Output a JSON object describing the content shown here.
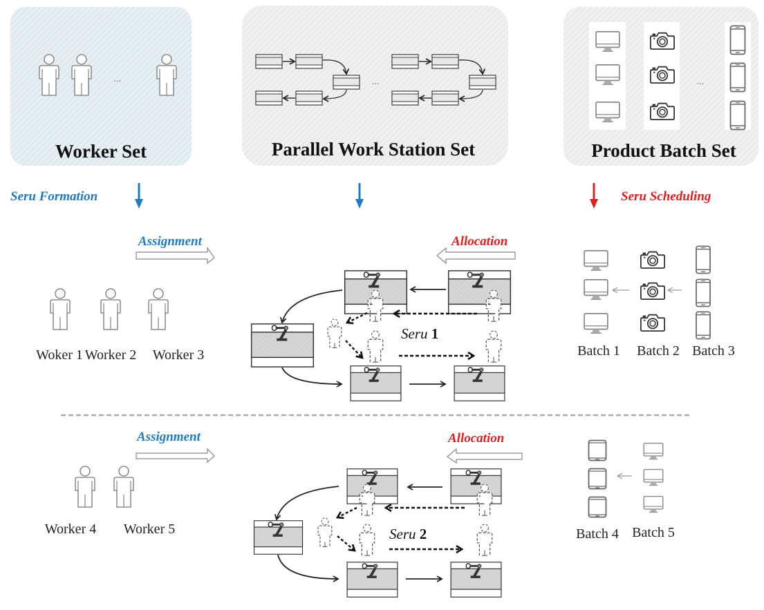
{
  "colors": {
    "formation_blue": "#1f7bc2",
    "scheduling_red": "#e02020",
    "panel_worker_bg": "#e6eff4",
    "panel_station_bg": "#eeeeee",
    "panel_product_bg": "#efefef",
    "station_gray": "#d6d6d6",
    "divider_gray": "#aaaaaa"
  },
  "top_panels": {
    "worker_set": {
      "title": "Worker Set",
      "ellipsis": "...",
      "icon": "worker-icon"
    },
    "station_set": {
      "title": "Parallel Work Station Set",
      "ellipsis": "...",
      "icon": "station-icon"
    },
    "product_set": {
      "title": "Product Batch Set",
      "ellipsis": "...",
      "icons": [
        "monitor-icon",
        "camera-icon",
        "phone-icon"
      ]
    }
  },
  "flow_labels": {
    "seru_formation": "Seru Formation",
    "seru_scheduling": "Seru Scheduling"
  },
  "serus": [
    {
      "name_prefix": "Seru",
      "number": "1",
      "assignment_label": "Assignment",
      "allocation_label": "Allocation",
      "workers": [
        "Woker 1",
        "Worker 2",
        "Worker 3"
      ],
      "batches": [
        {
          "label": "Batch 1",
          "product": "monitor-icon"
        },
        {
          "label": "Batch 2",
          "product": "camera-icon"
        },
        {
          "label": "Batch 3",
          "product": "phone-icon"
        }
      ]
    },
    {
      "name_prefix": "Seru",
      "number": "2",
      "assignment_label": "Assignment",
      "allocation_label": "Allocation",
      "workers": [
        "Worker 4",
        "Worker 5"
      ],
      "batches": [
        {
          "label": "Batch 4",
          "product": "phone-icon"
        },
        {
          "label": "Batch 5",
          "product": "monitor-icon"
        }
      ]
    }
  ]
}
